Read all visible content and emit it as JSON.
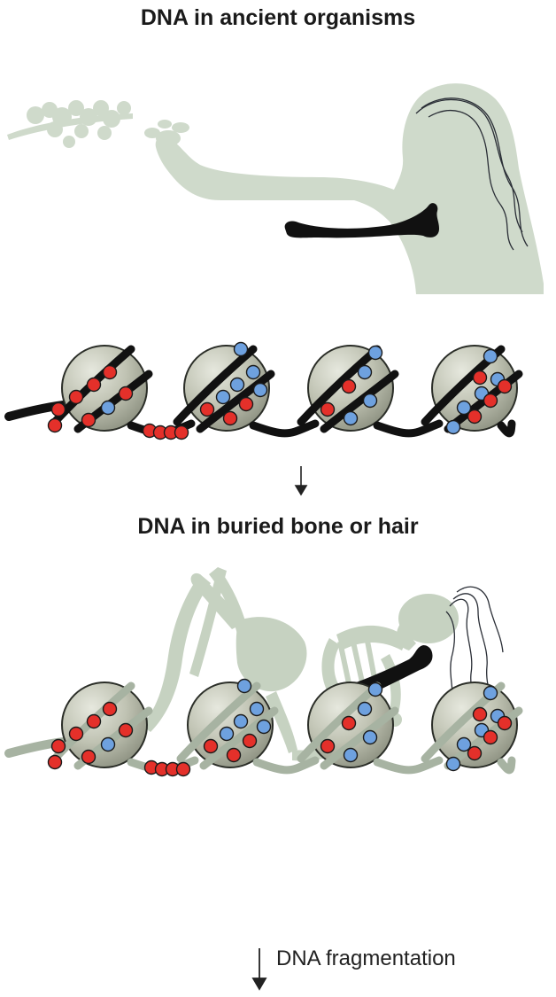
{
  "titles": {
    "top": "DNA in ancient organisms",
    "middle": "DNA in buried bone or hair",
    "bottom_step": "DNA fragmentation"
  },
  "colors": {
    "silhouette": "#cfdacb",
    "skeleton": "#c6d2c1",
    "bone": "#111111",
    "histone_fill": "#a9ac9c",
    "dna_strand_living": "#111111",
    "dna_strand_buried": "#a7b3a2",
    "methylated": "#e4302a",
    "unmethylated": "#6ea1df"
  },
  "legend_icons": [
    "arrow-down-icon",
    "arrow-down-icon"
  ]
}
